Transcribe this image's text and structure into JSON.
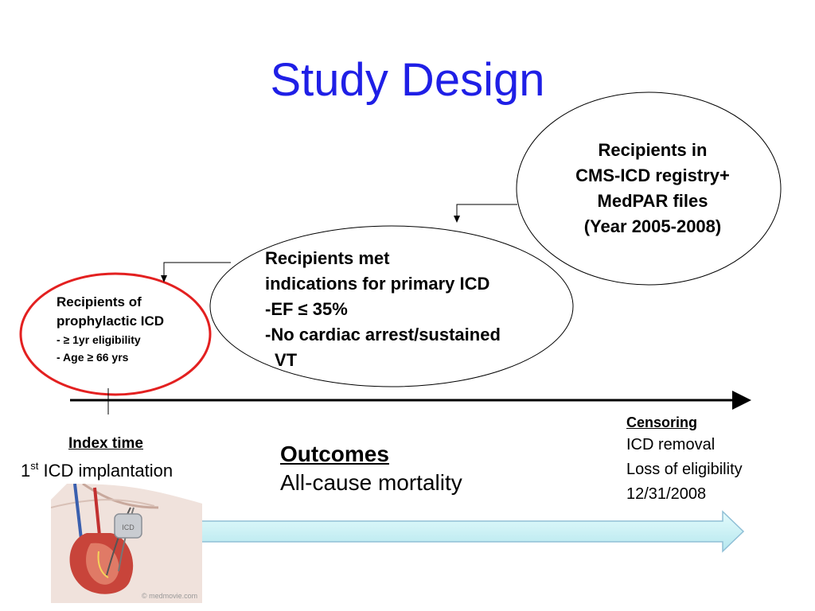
{
  "slide": {
    "title": "Study Design"
  },
  "stage1": {
    "lines": [
      "Recipients in",
      "CMS-ICD registry+",
      "MedPAR files",
      "(Year 2005-2008)"
    ]
  },
  "stage2": {
    "lines": [
      "Recipients met",
      "indications for primary ICD",
      "-EF ≤ 35%",
      "-No cardiac arrest/sustained",
      "VT"
    ]
  },
  "stage3": {
    "lines": [
      "Recipients of",
      "prophylactic ICD"
    ],
    "criteria": [
      "- ≥ 1yr eligibility",
      "- Age ≥ 66 yrs"
    ],
    "highlight_color": "#e32020"
  },
  "index_time": {
    "label": "Index time",
    "superscript_prefix": "1",
    "superscript": "st",
    "text": " ICD implantation"
  },
  "outcomes": {
    "heading": "Outcomes",
    "text": "All-cause mortality"
  },
  "censoring": {
    "heading": "Censoring",
    "items": [
      "ICD removal",
      "Loss of eligibility",
      "12/31/2008"
    ]
  },
  "illustration": {
    "icon": "heart-icd-illustration-icon",
    "device_label": "ICD",
    "credit": "© medmovie.com"
  },
  "colors": {
    "title": "#1f1fe6",
    "timeline_arrow": "#ccf3f5",
    "timeline_arrow_border": "#8fbfd6"
  }
}
